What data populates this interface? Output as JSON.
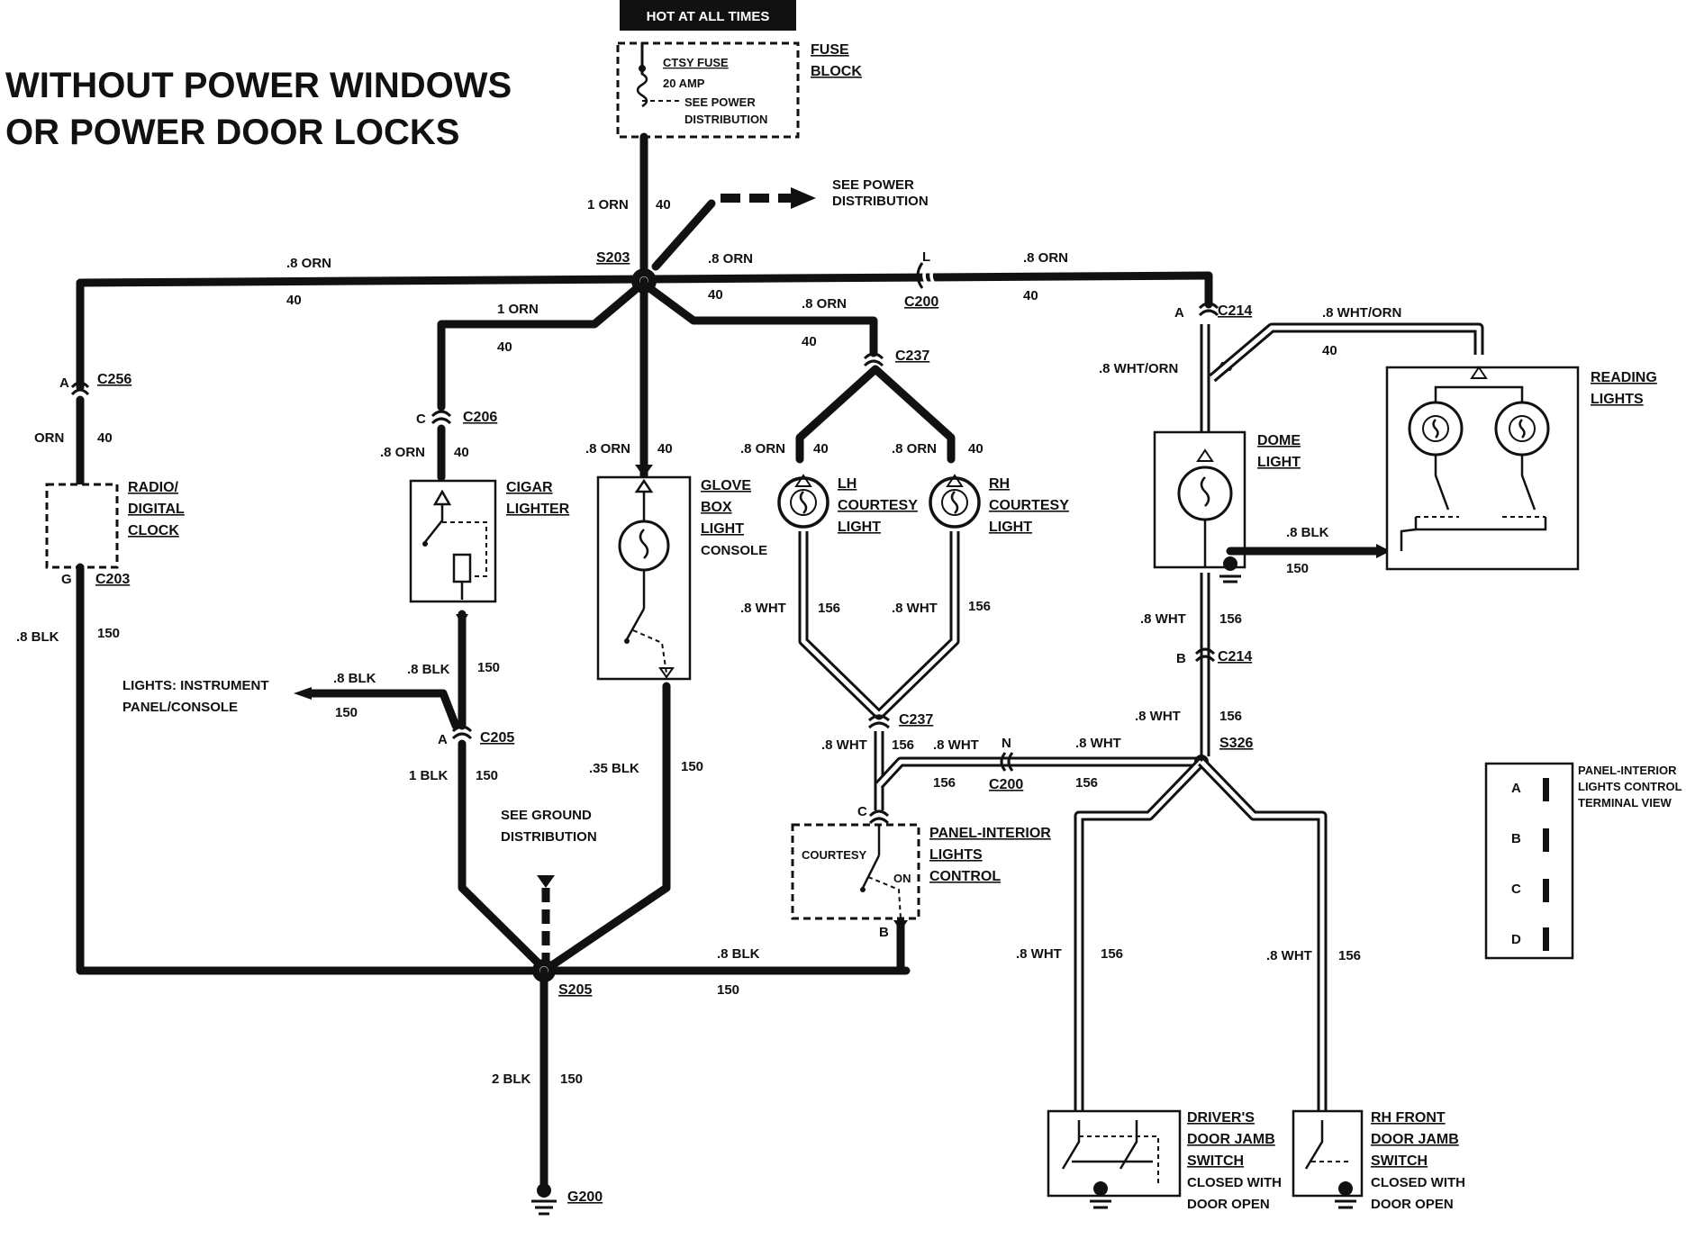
{
  "title": {
    "line1": "WITHOUT POWER WINDOWS",
    "line2": "OR POWER DOOR LOCKS"
  },
  "hot_label": "HOT AT ALL TIMES",
  "fuse_block": {
    "fuse_name": "CTSY FUSE",
    "fuse_rating": "20 AMP",
    "see1": "SEE POWER",
    "see2": "DISTRIBUTION",
    "label1": "FUSE",
    "label2": "BLOCK"
  },
  "see_power": {
    "line1": "SEE POWER",
    "line2": "DISTRIBUTION"
  },
  "see_ground": {
    "line1": "SEE GROUND",
    "line2": "DISTRIBUTION"
  },
  "splices": {
    "s203": "S203",
    "s205": "S205",
    "s326": "S326"
  },
  "connectors": {
    "c200": "C200",
    "c200_pin": "L",
    "c200n": "C200",
    "c200n_pin": "N",
    "c214": "C214",
    "c214a_pin": "A",
    "c214b": "C214",
    "c214b_pin": "B",
    "c256": "C256",
    "c256_pin": "A",
    "c203": "C203",
    "c203_pin": "G",
    "c206": "C206",
    "c206_pin": "C",
    "c205": "C205",
    "c205_pin": "A",
    "c237": "C237",
    "c237b": "C237",
    "panel_c_pin": "C",
    "panel_b_pin": "B",
    "g200": "G200"
  },
  "wires": {
    "w1orn": "1 ORN",
    "w40": "40",
    "w_8orn": ".8 ORN",
    "worn": "ORN",
    "w_8wht_orn": ".8 WHT/ORN",
    "w_8blk": ".8 BLK",
    "w150": "150",
    "w1blk": "1 BLK",
    "w_35blk": ".35 BLK",
    "w2blk": "2 BLK",
    "w_8wht": ".8 WHT",
    "w156": "156"
  },
  "components": {
    "radio": [
      "RADIO/",
      "DIGITAL",
      "CLOCK"
    ],
    "cigar": [
      "CIGAR",
      "LIGHTER"
    ],
    "glove": [
      "GLOVE",
      "BOX",
      "LIGHT",
      "CONSOLE"
    ],
    "lh": [
      "LH",
      "COURTESY",
      "LIGHT"
    ],
    "rh": [
      "RH",
      "COURTESY",
      "LIGHT"
    ],
    "dome": [
      "DOME",
      "LIGHT"
    ],
    "reading": [
      "READING",
      "LIGHTS"
    ],
    "panel": [
      "PANEL-INTERIOR",
      "LIGHTS",
      "CONTROL"
    ],
    "panel_courtesy": "COURTESY",
    "panel_on": "ON",
    "instrument": [
      "LIGHTS: INSTRUMENT",
      "PANEL/CONSOLE"
    ],
    "driver_switch": [
      "DRIVER'S",
      "DOOR JAMB",
      "SWITCH",
      "CLOSED WITH",
      "DOOR OPEN"
    ],
    "rh_switch": [
      "RH FRONT",
      "DOOR JAMB",
      "SWITCH",
      "CLOSED WITH",
      "DOOR OPEN"
    ]
  },
  "terminal_view": {
    "title": [
      "PANEL-INTERIOR",
      "LIGHTS CONTROL",
      "TERMINAL VIEW"
    ],
    "pins": [
      "A",
      "B",
      "C",
      "D"
    ]
  }
}
